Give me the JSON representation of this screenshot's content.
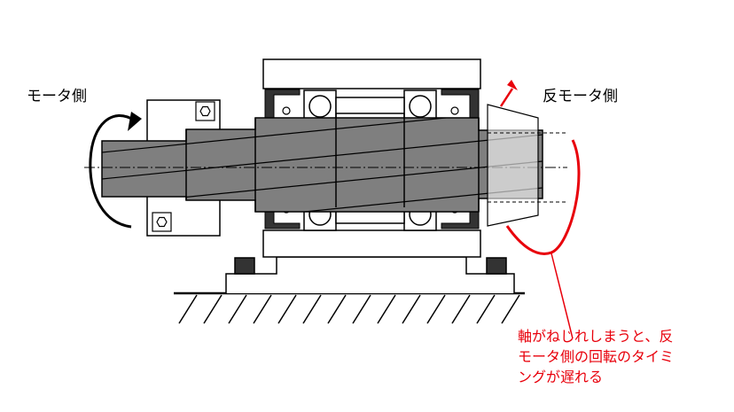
{
  "labels": {
    "motor_side": "モータ側",
    "anti_motor_side": "反モータ側"
  },
  "note": {
    "lines": [
      "軸がねじれしまうと、反",
      "モータ側の回転のタイミ",
      "ングが遅れる"
    ]
  },
  "colors": {
    "accent": "#e8000b",
    "shaft": "#7f7f7f",
    "line": "#000000"
  },
  "icons": [
    "rotation-arrow-icon",
    "delay-arrow-icon",
    "bolt-icon",
    "hatch-ground-icon"
  ]
}
